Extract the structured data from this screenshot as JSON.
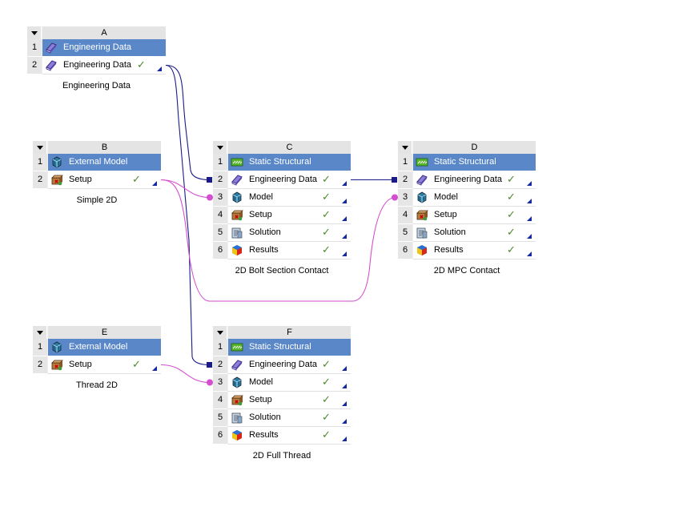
{
  "project_schematic": {
    "systems": [
      {
        "letter": "A",
        "caption": "Engineering Data",
        "rows": [
          {
            "num": "1",
            "label": "Engineering Data",
            "icon": "engineering-data-icon",
            "title": true
          },
          {
            "num": "2",
            "label": "Engineering Data",
            "icon": "engineering-data-icon",
            "status": "✓"
          }
        ]
      },
      {
        "letter": "B",
        "caption": "Simple 2D",
        "rows": [
          {
            "num": "1",
            "label": "External Model",
            "icon": "external-model-icon",
            "title": true
          },
          {
            "num": "2",
            "label": "Setup",
            "icon": "setup-icon",
            "status": "✓"
          }
        ]
      },
      {
        "letter": "C",
        "caption": "2D Bolt Section Contact",
        "rows": [
          {
            "num": "1",
            "label": "Static Structural",
            "icon": "static-structural-icon",
            "title": true
          },
          {
            "num": "2",
            "label": "Engineering Data",
            "icon": "engineering-data-icon",
            "status": "✓"
          },
          {
            "num": "3",
            "label": "Model",
            "icon": "model-icon",
            "status": "✓"
          },
          {
            "num": "4",
            "label": "Setup",
            "icon": "setup-icon",
            "status": "✓"
          },
          {
            "num": "5",
            "label": "Solution",
            "icon": "solution-icon",
            "status": "✓"
          },
          {
            "num": "6",
            "label": "Results",
            "icon": "results-icon",
            "status": "✓"
          }
        ]
      },
      {
        "letter": "D",
        "caption": "2D MPC Contact",
        "rows": [
          {
            "num": "1",
            "label": "Static Structural",
            "icon": "static-structural-icon",
            "title": true
          },
          {
            "num": "2",
            "label": "Engineering Data",
            "icon": "engineering-data-icon",
            "status": "✓"
          },
          {
            "num": "3",
            "label": "Model",
            "icon": "model-icon",
            "status": "✓"
          },
          {
            "num": "4",
            "label": "Setup",
            "icon": "setup-icon",
            "status": "✓"
          },
          {
            "num": "5",
            "label": "Solution",
            "icon": "solution-icon",
            "status": "✓"
          },
          {
            "num": "6",
            "label": "Results",
            "icon": "results-icon",
            "status": "✓"
          }
        ]
      },
      {
        "letter": "E",
        "caption": "Thread 2D",
        "rows": [
          {
            "num": "1",
            "label": "External Model",
            "icon": "external-model-icon",
            "title": true
          },
          {
            "num": "2",
            "label": "Setup",
            "icon": "setup-icon",
            "status": "✓"
          }
        ]
      },
      {
        "letter": "F",
        "caption": "2D Full Thread",
        "rows": [
          {
            "num": "1",
            "label": "Static Structural",
            "icon": "static-structural-icon",
            "title": true
          },
          {
            "num": "2",
            "label": "Engineering Data",
            "icon": "engineering-data-icon",
            "status": "✓"
          },
          {
            "num": "3",
            "label": "Model",
            "icon": "model-icon",
            "status": "✓"
          },
          {
            "num": "4",
            "label": "Setup",
            "icon": "setup-icon",
            "status": "✓"
          },
          {
            "num": "5",
            "label": "Solution",
            "icon": "solution-icon",
            "status": "✓"
          },
          {
            "num": "6",
            "label": "Results",
            "icon": "results-icon",
            "status": "✓"
          }
        ]
      }
    ],
    "colors": {
      "title_row": "#5a87c8",
      "data_link": "#1a1a8a",
      "model_link": "#d44fd0",
      "check": "#4b8a2a",
      "corner": "#1428a0"
    }
  }
}
